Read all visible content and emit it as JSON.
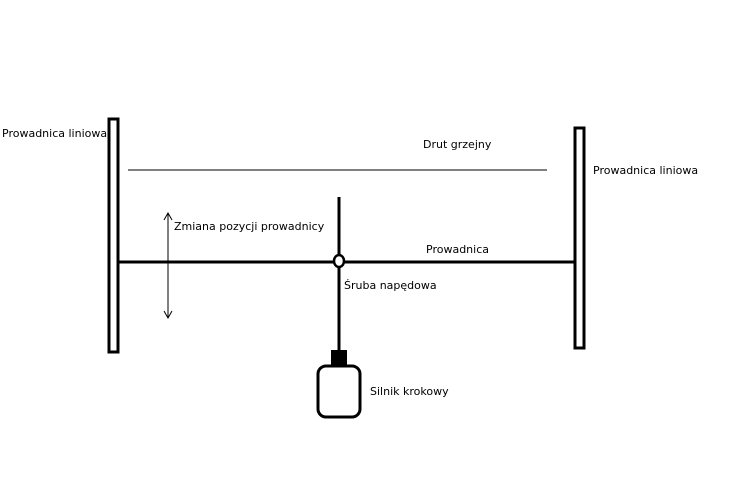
{
  "labels": {
    "left_rail": "Prowadnica liniowa",
    "right_rail": "Prowadnica liniowa",
    "heating_wire": "Drut grzejny",
    "position_change": "Zmiana pozycji prowadnicy",
    "guide": "Prowadnica",
    "lead_screw": "Śruba napędowa",
    "stepper_motor": "Silnik krokowy"
  },
  "colors": {
    "stroke": "#000000",
    "background": "#ffffff"
  }
}
